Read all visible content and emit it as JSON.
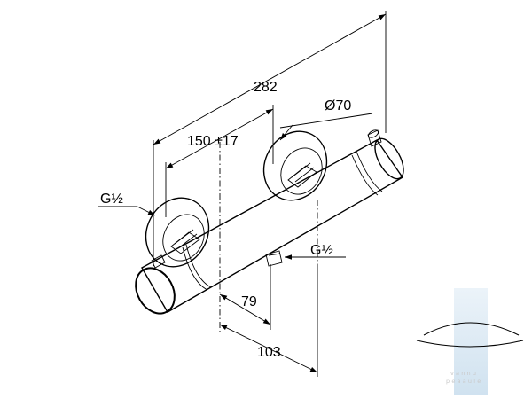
{
  "dimensions": {
    "overall_length": "282",
    "center_distance": "150 ±17",
    "rosette_diameter": "Ø70",
    "inlet_thread": "G½",
    "outlet_thread": "G½",
    "outlet_offset": "79",
    "wall_projection": "103"
  },
  "watermark": {
    "line1": "vannu",
    "line2": "peaaule"
  }
}
